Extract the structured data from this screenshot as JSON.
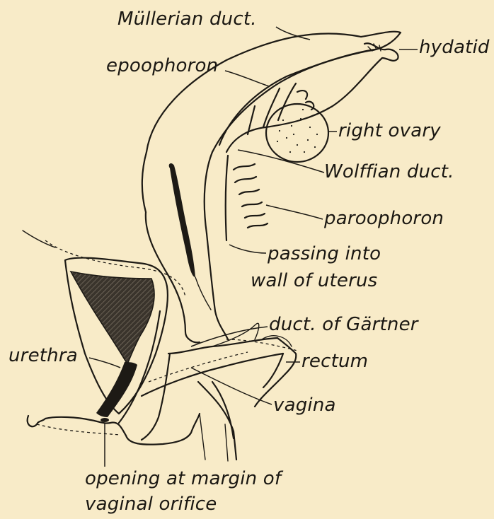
{
  "labels": {
    "mullerian_duct": "Müllerian duct.",
    "hydatid": "hydatid",
    "epoophoron": "epoophoron",
    "right_ovary": "right ovary",
    "wolffian_duct": "Wolffian duct.",
    "paroophoron": "paroophoron",
    "passing_into_line1": "passing into",
    "passing_into_line2": "wall of uterus",
    "duct_of_gartner": "duct. of Gärtner",
    "urethra": "urethra",
    "rectum": "rectum",
    "vagina": "vagina",
    "opening_line1": "opening at margin of",
    "opening_line2": "vaginal orifice"
  },
  "colors": {
    "background": "#f8ebc8",
    "ink": "#1d1a15"
  }
}
